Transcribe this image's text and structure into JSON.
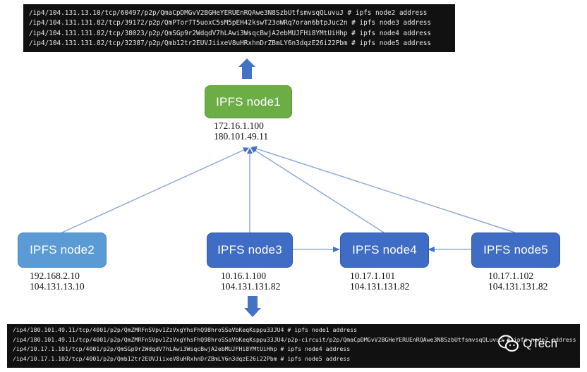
{
  "terminal_top": {
    "lines": [
      "/ip4/104.131.13.10/tcp/60497/p2p/QmaCpDMGvV2BGHeYERUEnRQAwe3N8SzbUtfsmvsqQLuvuJ # ipfs node2 address",
      "/ip4/104.131.131.82/tcp/39172/p2p/QmPTor7T5uoxC5sM5pEH42kswT23oWRq7oran6btpJuc2n # ipfs node3 address",
      "/ip4/104.131.131.82/tcp/38023/p2p/QmSGp9r2WdqdV7hLAwi3WsqcBwjA2ebMUJFHi8YMtUiHhp # ipfs node4 address",
      "/ip4/104.131.131.82/tcp/32387/p2p/Qmb12tr2EUVJiixeV8uHRxhnDrZBmLY6n3dqzE26i22Pbm # ipfs node5 address"
    ]
  },
  "terminal_bottom": {
    "lines": [
      "/ip4/180.101.49.11/tcp/4001/p2p/QmZMRFnSVpv1ZzVxgYhsFhQ98hroSSaVbKeqKsppu33JU4 # ipfs node1 address",
      "/ip4/180.101.49.11/tcp/4001/p2p/QmZMRFnSVpv1ZzVxgYhsFhQ98hroSSaVbKeqKsppu33JU4/p2p-circuit/p2p/QmaCpDMGvV2BGHeYERUEnRQAwe3N8SzbUtfsmvsqQLuvuJ # ipfs node2 address",
      "/ip4/10.17.1.101/tcp/4001/p2p/QmSGp9r2WdqdV7hLAwi3WsqcBwjA2ebMUJFHi8YMtUiHhp # ipfs node4 address",
      "/ip4/10.17.1.102/tcp/4001/p2p/Qmb12tr2EUVJiixeV8uHRxhnDrZBmLY6n3dqzE26i22Pbm # ipfs node5 address"
    ]
  },
  "nodes": {
    "node1": {
      "label": "IPFS node1",
      "ip_a": "172.16.1.100",
      "ip_b": "180.101.49.11",
      "color": "#6dad45"
    },
    "node2": {
      "label": "IPFS node2",
      "ip_a": "192.168.2.10",
      "ip_b": "104.131.13.10",
      "color": "#5b9bd5"
    },
    "node3": {
      "label": "IPFS node3",
      "ip_a": "10.16.1.100",
      "ip_b": "104.131.131.82",
      "color": "#3f6cc4"
    },
    "node4": {
      "label": "IPFS node4",
      "ip_a": "10.17.1.101",
      "ip_b": "104.131.131.82",
      "color": "#3f6cc4"
    },
    "node5": {
      "label": "IPFS node5",
      "ip_a": "10.17.1.102",
      "ip_b": "104.131.131.82",
      "color": "#3f6cc4"
    }
  },
  "watermark": {
    "text": "QTech",
    "icon": "wechat-icon"
  },
  "colors": {
    "link_line": "#8eaadb",
    "block_arrow": "#4472c4",
    "terminal_bg": "#111111"
  }
}
